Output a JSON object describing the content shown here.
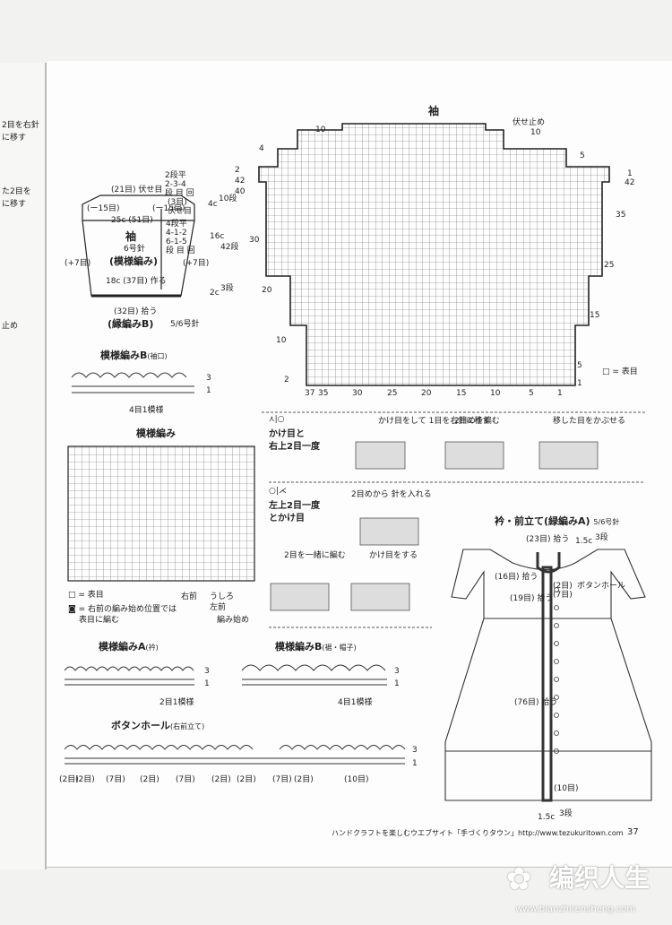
{
  "left_page": {
    "texts": [
      "2目を右針",
      "に移す",
      "た2目を",
      "に移す",
      "止め"
    ]
  },
  "sleeve_chart": {
    "title": "袖",
    "top_label": "伏せ止め",
    "row_labels": [
      "2",
      "4",
      "10",
      "42",
      "40",
      "30",
      "20",
      "10",
      "2"
    ],
    "right_labels": [
      "10",
      "5",
      "1",
      "42",
      "35",
      "25",
      "15",
      "5",
      "1"
    ],
    "bottom_stitch_labels": [
      "37",
      "35",
      "30",
      "25",
      "20",
      "15",
      "10",
      "5",
      "1"
    ],
    "legend": "表目"
  },
  "sleeve_piece": {
    "title": "袖",
    "needle": "6号針",
    "pattern": "(模様編み)",
    "top": "(21目) 伏せ目",
    "side_left": "(ー15目)",
    "side_right": "(ー15目)",
    "width": "25c (51目)",
    "inc_left": "(+7目)",
    "inc_right": "(+7目)",
    "cuff": "18c (37目) 作る",
    "bottom": "(32目) 拾う",
    "bottom_pattern": "(縁編みB)",
    "bottom_needle": "5/6号針",
    "shaping": [
      "2段平",
      "2-3-4",
      "段 目 回",
      "(3目)",
      "伏せ目",
      "4段平",
      "4-1-2",
      "6-1-5",
      "段 目 回"
    ],
    "heights": [
      "4c",
      "10段",
      "16c",
      "42段",
      "2c",
      "3段"
    ]
  },
  "edging_b_cuff": {
    "title": "模様編みB",
    "sub": "(袖口)",
    "rows": [
      "3",
      "1"
    ],
    "repeat": "4目1模様"
  },
  "pattern_chart": {
    "title": "模様編み",
    "legend": [
      "= 表目",
      "= 右前の編み始め位置では",
      "表目に編む"
    ],
    "labels": [
      "右前",
      "うしろ",
      "左前",
      "編み始め"
    ]
  },
  "symbols": [
    {
      "title": "かけ目と",
      "title2": "右上2目一度",
      "steps": [
        "かけ目をして 1目を右針に移す",
        "2目めを編む",
        "移した目をかぶせる"
      ]
    },
    {
      "title": "左上2目一度",
      "title2": "とかけ目",
      "steps": [
        "2目めから 針を入れる",
        "2目を一緒に編む",
        "かけ目をする"
      ]
    }
  ],
  "collar": {
    "title": "衿・前立て",
    "pattern": "(緑編みA)",
    "needle": "5/6号針",
    "labels": [
      "(23目) 拾う",
      "1.5c",
      "3段",
      "(16目) 拾う",
      "(2目)",
      "ボタンホール",
      "(7目)",
      "(19目) 拾う",
      "(76目) 拾う",
      "(10目)",
      "1.5c",
      "3段"
    ]
  },
  "edging_a": {
    "title": "模様編みA",
    "sub": "(衿)",
    "rows": [
      "3",
      "1"
    ],
    "repeat": "2目1模様"
  },
  "edging_b_hem": {
    "title": "模様編みB",
    "sub": "(裾・帽子)",
    "rows": [
      "3",
      "1"
    ],
    "repeat": "4目1模様"
  },
  "buttonhole": {
    "title": "ボタンホール",
    "sub": "(右前立て)",
    "rows": [
      "3",
      "1"
    ],
    "counts": [
      "(2目)",
      "(2目)",
      "(7目)",
      "(2目)",
      "(7目)",
      "(2目)",
      "(2目)",
      "(7目)",
      "(2目)",
      "(10目)"
    ]
  },
  "footer": {
    "text": "ハンドクラフトを楽しむウエブサイト「手づくりタウン」http://www.tezukuritown.com",
    "page": "37"
  },
  "watermark": {
    "brand": "编织人生",
    "url": "www.bianzhirensheng.com"
  }
}
